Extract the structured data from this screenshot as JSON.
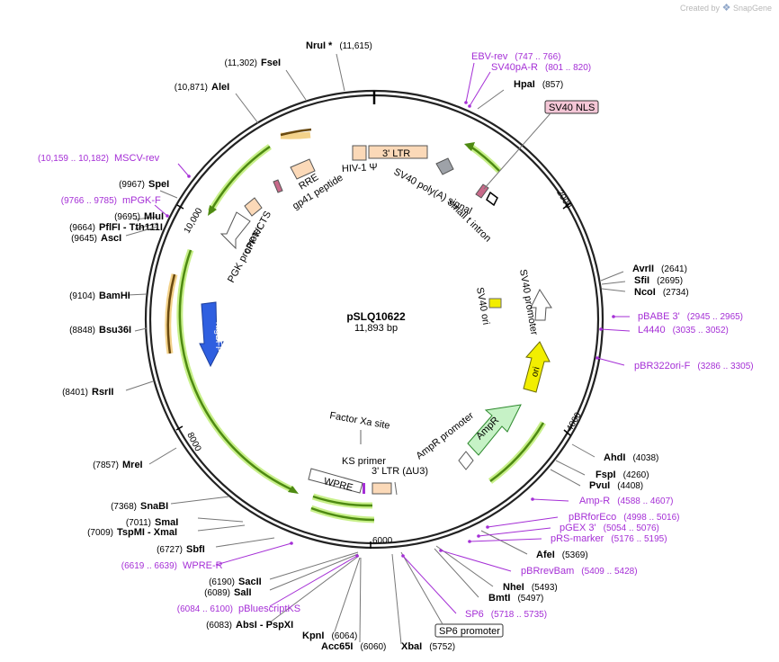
{
  "branding": {
    "created_by": "Created by",
    "product": "SnapGene"
  },
  "plasmid": {
    "name": "pSLQ10622",
    "length": "11,893 bp"
  },
  "ticks": [
    "2000",
    "4000",
    "6000",
    "8000",
    "10,000"
  ],
  "sites": [
    {
      "name": "NruI *",
      "pos": "(11,615)"
    },
    {
      "name": "FseI",
      "pos": "(11,302)"
    },
    {
      "name": "AleI",
      "pos": "(10,871)"
    },
    {
      "name": "SpeI",
      "pos": "(9967)"
    },
    {
      "name": "MluI",
      "pos": "(9695)"
    },
    {
      "name": "PflFI  - Tth111I",
      "pos": "(9664)"
    },
    {
      "name": "AscI",
      "pos": "(9645)"
    },
    {
      "name": "BamHI",
      "pos": "(9104)"
    },
    {
      "name": "Bsu36I",
      "pos": "(8848)"
    },
    {
      "name": "RsrII",
      "pos": "(8401)"
    },
    {
      "name": "MreI",
      "pos": "(7857)"
    },
    {
      "name": "SnaBI",
      "pos": "(7368)"
    },
    {
      "name": "SmaI",
      "pos": "(7011)"
    },
    {
      "name": "TspMI  - XmaI",
      "pos": "(7009)"
    },
    {
      "name": "SbfI",
      "pos": "(6727)"
    },
    {
      "name": "SacII",
      "pos": "(6190)"
    },
    {
      "name": "SalI",
      "pos": "(6089)"
    },
    {
      "name": "AbsI  - PspXI",
      "pos": "(6083)"
    },
    {
      "name": "KpnI",
      "pos": "(6064)"
    },
    {
      "name": "Acc65I",
      "pos": "(6060)"
    },
    {
      "name": "XbaI",
      "pos": "(5752)"
    },
    {
      "name": "BmtI",
      "pos": "(5497)"
    },
    {
      "name": "NheI",
      "pos": "(5493)"
    },
    {
      "name": "AfeI",
      "pos": "(5369)"
    },
    {
      "name": "PvuI",
      "pos": "(4408)"
    },
    {
      "name": "FspI",
      "pos": "(4260)"
    },
    {
      "name": "AhdI",
      "pos": "(4038)"
    },
    {
      "name": "NcoI",
      "pos": "(2734)"
    },
    {
      "name": "SfiI",
      "pos": "(2695)"
    },
    {
      "name": "AvrII",
      "pos": "(2641)"
    },
    {
      "name": "HpaI",
      "pos": "(857)"
    }
  ],
  "primers": [
    {
      "name": "EBV-rev",
      "pos": "(747 .. 766)"
    },
    {
      "name": "SV40pA-R",
      "pos": "(801 .. 820)"
    },
    {
      "name": "MSCV-rev",
      "pos": "(10,159 .. 10,182)"
    },
    {
      "name": "mPGK-F",
      "pos": "(9766 .. 9785)"
    },
    {
      "name": "pBABE 3'",
      "pos": "(2945 .. 2965)"
    },
    {
      "name": "L4440",
      "pos": "(3035 .. 3052)"
    },
    {
      "name": "pBR322ori-F",
      "pos": "(3286 .. 3305)"
    },
    {
      "name": "Amp-R",
      "pos": "(4588 .. 4607)"
    },
    {
      "name": "pBRforEco",
      "pos": "(4998 .. 5016)"
    },
    {
      "name": "pGEX 3'",
      "pos": "(5054 .. 5076)"
    },
    {
      "name": "pRS-marker",
      "pos": "(5176 .. 5195)"
    },
    {
      "name": "pBRrevBam",
      "pos": "(5409 .. 5428)"
    },
    {
      "name": "SP6",
      "pos": "(5718 .. 5735)"
    },
    {
      "name": "pBluescriptKS",
      "pos": "(6084 .. 6100)"
    },
    {
      "name": "WPRE-R",
      "pos": "(6619 .. 6639)"
    }
  ],
  "features": {
    "sv40_nls": "SV40 NLS",
    "sp6_promoter": "SP6 promoter",
    "ltr3": "3' LTR",
    "hiv_psi": "HIV-1 Ψ",
    "sv40_polya": "SV40 poly(A) signal",
    "small_t": "small t intron",
    "rre": "RRE",
    "gp41": "gp41 peptide",
    "cppt": "cPPT/CTS",
    "pgk": "PGK promoter",
    "tagbfp": "TagBFP",
    "sv40_ori": "SV40 ori",
    "sv40_promoter": "SV40 promoter",
    "ori": "ori",
    "ampr": "AmpR",
    "ampr_promoter": "AmpR promoter",
    "factor_xa": "Factor Xa site",
    "ks_primer": "KS primer",
    "ltr3_du3": "3' LTR (ΔU3)",
    "wpre": "WPRE"
  },
  "colors": {
    "primer": "#a52fd6",
    "orf_arrow": "#4e8a12",
    "orf_glow": "#c8f08a",
    "tagbfp": "#2f5fe0",
    "ori": "#f2ee00",
    "ltr": "#fbd9b8",
    "promoter_arrow": "#ffffff",
    "ampr": "#c6f2c6",
    "polya": "#9ea2a8",
    "label_box": "#f4c6d6"
  }
}
